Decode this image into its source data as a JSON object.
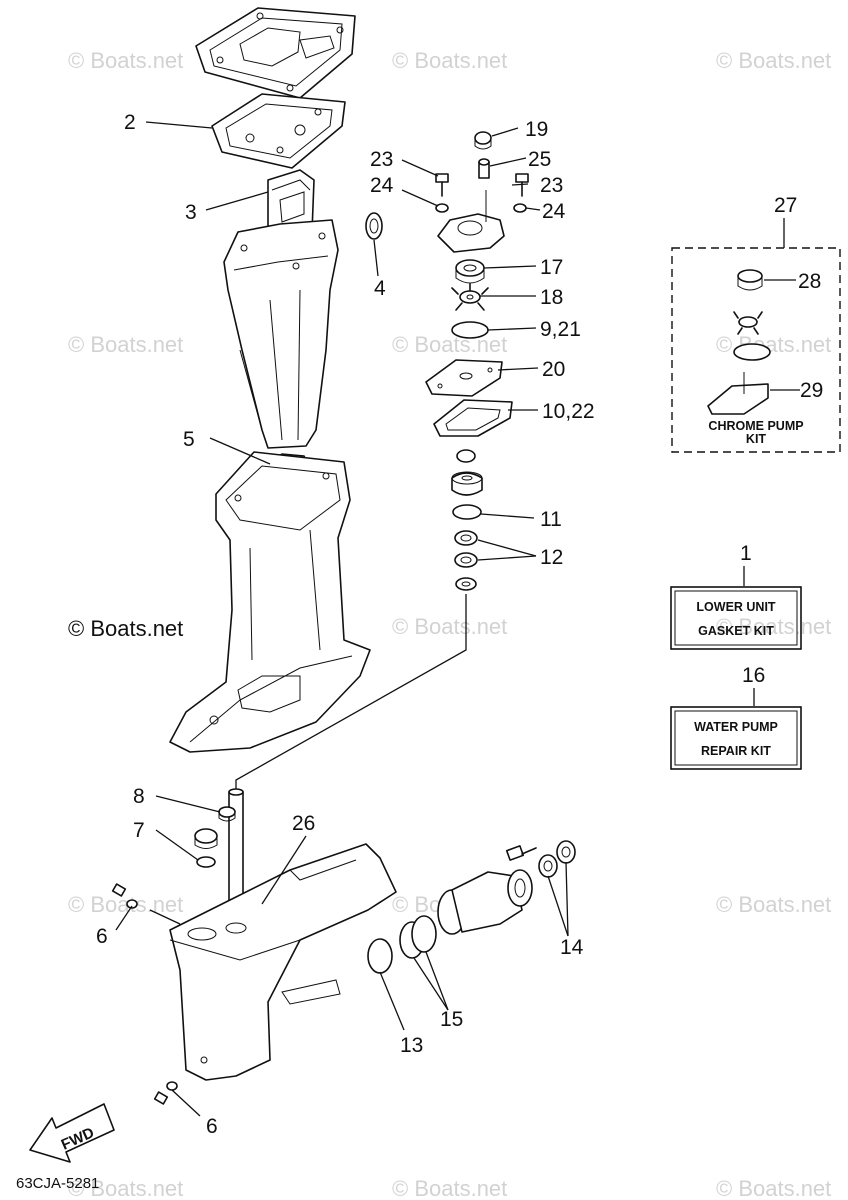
{
  "watermark": "© Boats.net",
  "diagram_code": "63CJA-5281",
  "fwd_label": "FWD",
  "callouts": {
    "c1": "1",
    "c2": "2",
    "c3": "3",
    "c4": "4",
    "c5": "5",
    "c6a": "6",
    "c6b": "6",
    "c7": "7",
    "c8": "8",
    "c9_21": "9,21",
    "c10_22": "10,22",
    "c11": "11",
    "c12": "12",
    "c13": "13",
    "c14": "14",
    "c15": "15",
    "c16": "16",
    "c17": "17",
    "c18": "18",
    "c19": "19",
    "c20": "20",
    "c23a": "23",
    "c23b": "23",
    "c24a": "24",
    "c24b": "24",
    "c25": "25",
    "c26": "26",
    "c27": "27",
    "c28": "28",
    "c29": "29"
  },
  "kits": {
    "chrome_pump": {
      "line1": "CHROME PUMP",
      "line2": "KIT"
    },
    "lower_unit_gasket": {
      "line1": "LOWER UNIT",
      "line2": "GASKET KIT"
    },
    "water_pump_repair": {
      "line1": "WATER PUMP",
      "line2": "REPAIR KIT"
    }
  }
}
